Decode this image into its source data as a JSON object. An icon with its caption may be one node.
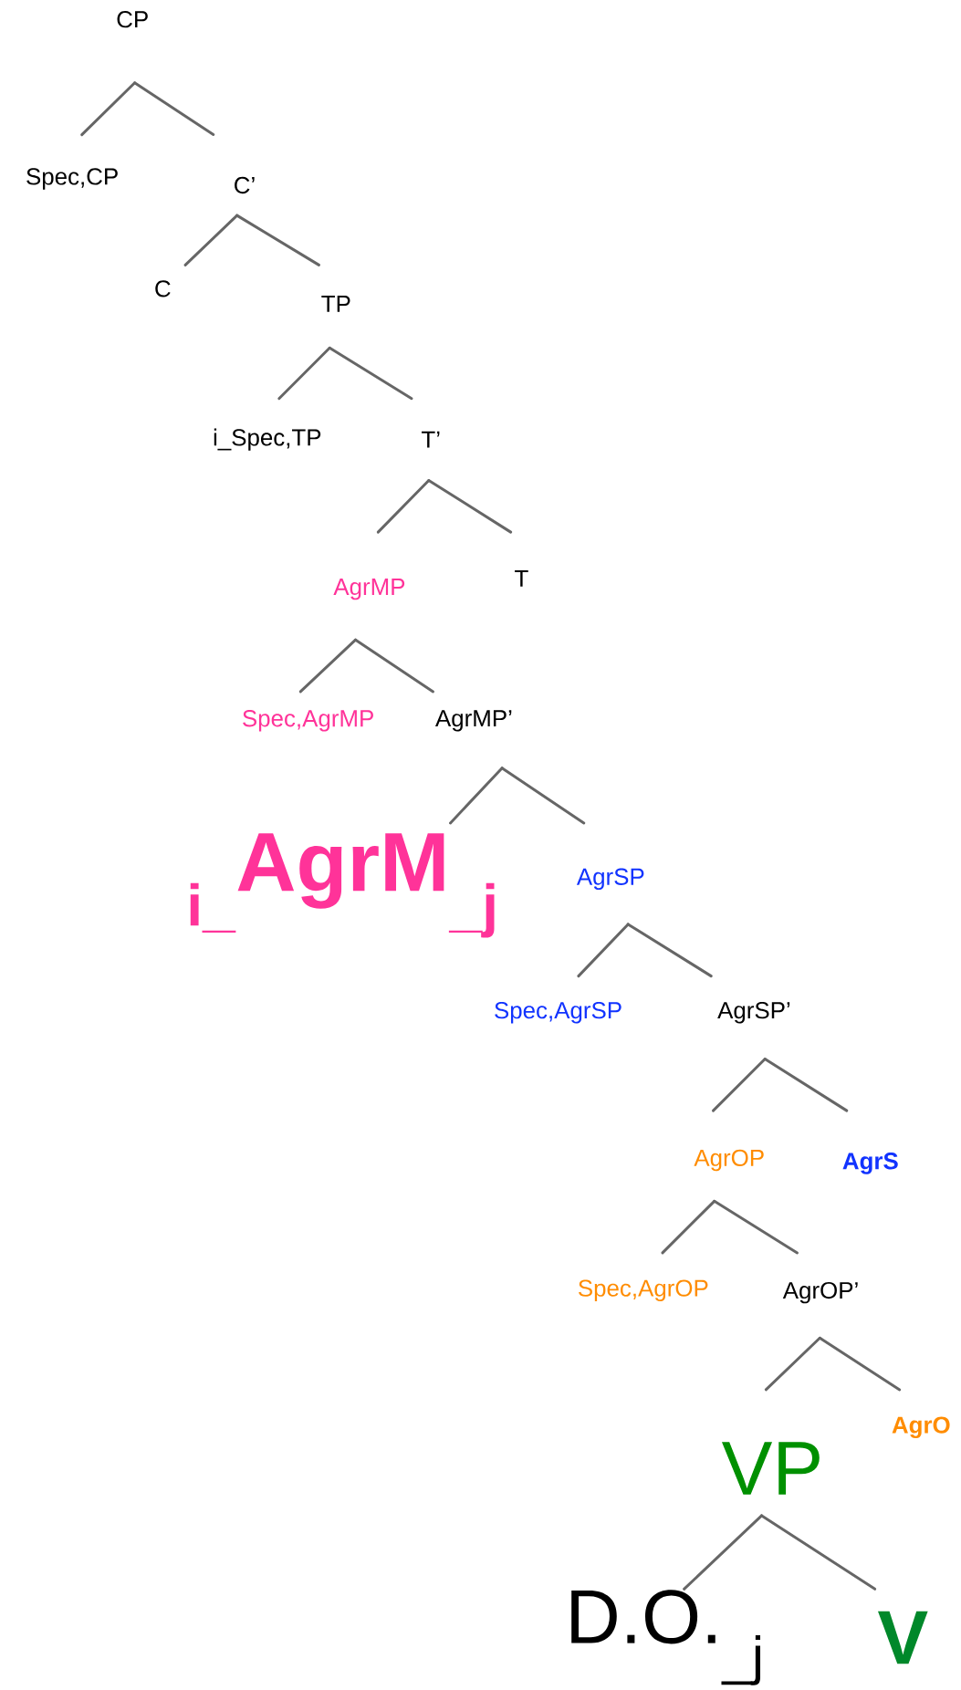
{
  "diagram": {
    "nodes": [
      {
        "text": [
          "CP"
        ]
      },
      {
        "text": [
          "Spec,CP"
        ]
      },
      {
        "text": [
          "C’"
        ]
      },
      {
        "text": [
          "C"
        ]
      },
      {
        "text": [
          "TP"
        ]
      },
      {
        "text": [
          "i_Spec,TP"
        ]
      },
      {
        "text": [
          "T’"
        ]
      },
      {
        "text": [
          "AgrMP"
        ]
      },
      {
        "text": [
          "T"
        ]
      },
      {
        "text": [
          "Spec,AgrMP"
        ]
      },
      {
        "text": [
          "AgrMP’"
        ]
      },
      {
        "text": [
          "$_{i_}$AgrM$_{_j}$"
        ]
      },
      {
        "text": [
          "AgrSP"
        ]
      },
      {
        "text": [
          "Spec,AgrSP"
        ]
      },
      {
        "text": [
          "AgrSP’"
        ]
      },
      {
        "text": [
          "AgrOP"
        ]
      },
      {
        "text": [
          "AgrS"
        ]
      },
      {
        "text": [
          "Spec,AgrOP"
        ]
      },
      {
        "text": [
          "AgrOP’"
        ]
      },
      {
        "text": [
          "VP"
        ]
      },
      {
        "text": [
          "AgrO"
        ]
      },
      {
        "text": [
          "D.O.$_{_j}$"
        ]
      },
      {
        "text": [
          "V"
        ]
      }
    ],
    "edges": [
      {
        "from": 0,
        "to": 1,
        "arrow": "none"
      },
      {
        "from": 0,
        "to": 2,
        "arrow": "none"
      },
      {
        "from": 2,
        "to": 3,
        "arrow": "none"
      },
      {
        "from": 2,
        "to": 4,
        "arrow": "none"
      },
      {
        "from": 4,
        "to": 5,
        "arrow": "none"
      },
      {
        "from": 4,
        "to": 6,
        "arrow": "none"
      },
      {
        "from": 6,
        "to": 7,
        "arrow": "none"
      },
      {
        "from": 6,
        "to": 8,
        "arrow": "none"
      },
      {
        "from": 7,
        "to": 9,
        "arrow": "none"
      },
      {
        "from": 7,
        "to": 10,
        "arrow": "none"
      },
      {
        "from": 10,
        "to": 11,
        "arrow": "none"
      },
      {
        "from": 10,
        "to": 12,
        "arrow": "none"
      },
      {
        "from": 12,
        "to": 13,
        "arrow": "none"
      },
      {
        "from": 12,
        "to": 14,
        "arrow": "none"
      },
      {
        "from": 14,
        "to": 15,
        "arrow": "none"
      },
      {
        "from": 14,
        "to": 16,
        "arrow": "none"
      },
      {
        "from": 15,
        "to": 17,
        "arrow": "none"
      },
      {
        "from": 15,
        "to": 18,
        "arrow": "none"
      },
      {
        "from": 18,
        "to": 19,
        "arrow": "none"
      },
      {
        "from": 18,
        "to": 20,
        "arrow": "none"
      },
      {
        "from": 19,
        "to": 21,
        "arrow": "none"
      },
      {
        "from": 19,
        "to": 22,
        "arrow": "none"
      }
    ]
  }
}
